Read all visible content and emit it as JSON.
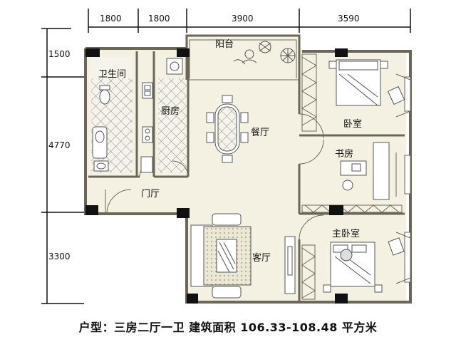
{
  "dimensions": {
    "top": [
      "1800",
      "1800",
      "3900",
      "3590"
    ],
    "left": [
      "1500",
      "4770",
      "3300"
    ]
  },
  "rooms": {
    "balcony": "阳台",
    "bathroom": "卫生间",
    "kitchen": "厨房",
    "dining": "餐厅",
    "bedroom": "卧室",
    "study": "书房",
    "foyer": "门厅",
    "master_bedroom": "主卧室",
    "living_room": "客厅"
  },
  "caption": "户型：三房二厅一卫 建筑面积 106.33-108.48 平方米",
  "colors": {
    "floor": "#f4f1e3",
    "wall": "#6b6758",
    "pillar": "#111111",
    "tile_grid": "#7a7a7a"
  }
}
